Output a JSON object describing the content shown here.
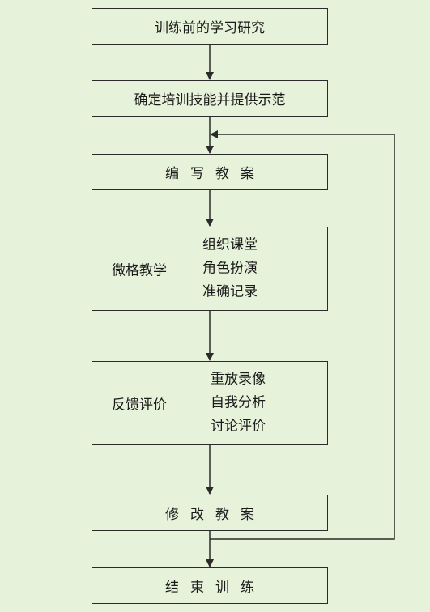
{
  "colors": {
    "background": "#e6f2da",
    "border": "#2b2b2b",
    "text": "#1a1a1a",
    "connector": "#2b2b2b"
  },
  "steps": [
    {
      "label": "训练前的学习研究"
    },
    {
      "label": "确定培训技能并提供示范"
    },
    {
      "label": "编写教案"
    },
    {
      "label": "微格教学",
      "items": [
        "组织课堂",
        "角色扮演",
        "准确记录"
      ]
    },
    {
      "label": "反馈评价",
      "items": [
        "重放录像",
        "自我分析",
        "讨论评价"
      ]
    },
    {
      "label": "修改教案"
    },
    {
      "label": "结束训练"
    }
  ]
}
